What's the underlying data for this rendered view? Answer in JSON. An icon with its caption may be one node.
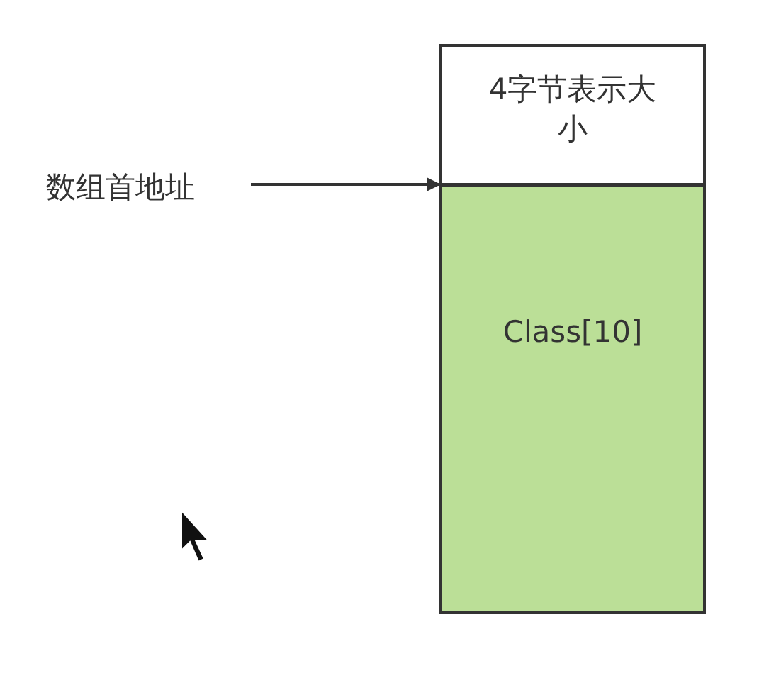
{
  "diagram": {
    "nodes": [
      {
        "text": [
          "4字节表示大小"
        ]
      },
      {
        "text": [
          "Class[10]"
        ]
      },
      {
        "text": [
          "数组首地址"
        ]
      }
    ],
    "edges": [
      {
        "from": 2,
        "to": 1,
        "arrow": "to"
      }
    ]
  }
}
